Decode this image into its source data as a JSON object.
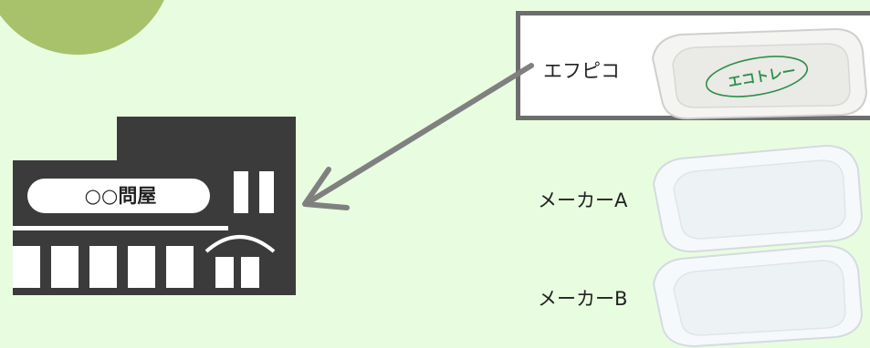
{
  "wholesaler": {
    "label": "○○問屋"
  },
  "makers": [
    {
      "name": "エフピコ",
      "tray_logo": "エコトレー"
    },
    {
      "name": "メーカーA"
    },
    {
      "name": "メーカーB"
    }
  ],
  "colors": {
    "background": "#e8fde0",
    "circle": "#a7c26a",
    "building": "#3b3b3b",
    "arrow": "#808080",
    "box_border": "#6d6d6d",
    "logo_green": "#2f8f4e"
  },
  "icons": [
    "store-building-icon",
    "eco-tray-image",
    "foam-tray-image",
    "arrow-icon"
  ]
}
